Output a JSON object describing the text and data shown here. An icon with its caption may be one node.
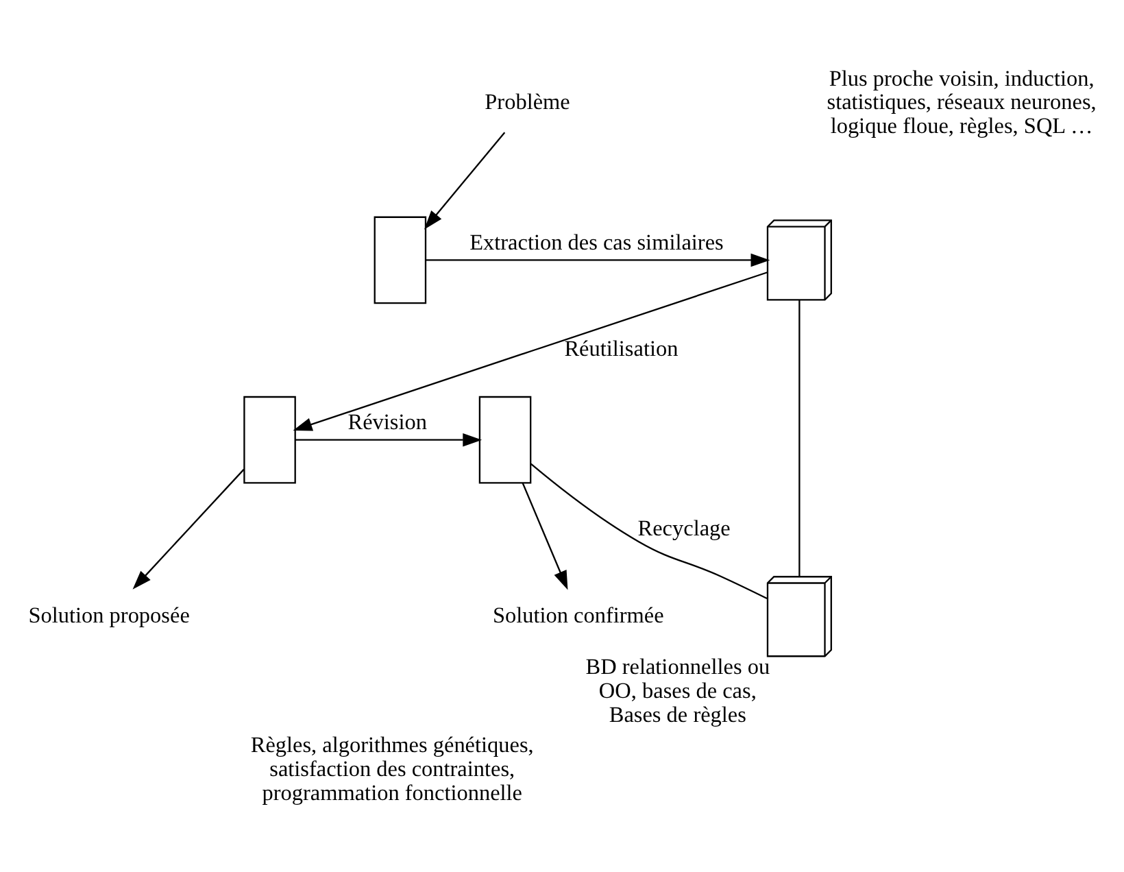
{
  "diagram": {
    "nodes": [
      {
        "text": [
          "Problème"
        ]
      },
      {
        "text": [],
        "shape": "box"
      },
      {
        "text": [],
        "shape": "stack"
      },
      {
        "text": [],
        "shape": "stack",
        "beside": [
          "BD relationnelles ou OO, bases de cas, Bases de règles"
        ]
      },
      {
        "text": [],
        "shape": "box"
      },
      {
        "text": [
          "Solution proposée"
        ]
      },
      {
        "text": [],
        "shape": "box"
      },
      {
        "text": [
          "Solution confirmée"
        ]
      }
    ],
    "edges": [
      {
        "from": 0,
        "to": 1,
        "arrow": "to"
      },
      {
        "from": 1,
        "to": 2,
        "arrow": "to",
        "label": "Extraction des cas similaires"
      },
      {
        "from": 3,
        "to": 2,
        "arrow": "none"
      },
      {
        "from": 2,
        "to": 4,
        "arrow": "to",
        "label": "Réutilisation"
      },
      {
        "from": 4,
        "to": 6,
        "arrow": "to",
        "label": "Révision"
      },
      {
        "from": 6,
        "to": 3,
        "arrow": "none",
        "label": "Recyclage"
      },
      {
        "from": 4,
        "to": 5,
        "arrow": "to"
      },
      {
        "from": 6,
        "to": 7,
        "arrow": "to"
      }
    ],
    "labels": [
      "Plus proche voisin, induction, statistiques, réseaux neurones, logique floue, règles, SQL …",
      "Règles, algorithmes génétiques, satisfaction des contraintes, programmation fonctionnelle"
    ]
  }
}
